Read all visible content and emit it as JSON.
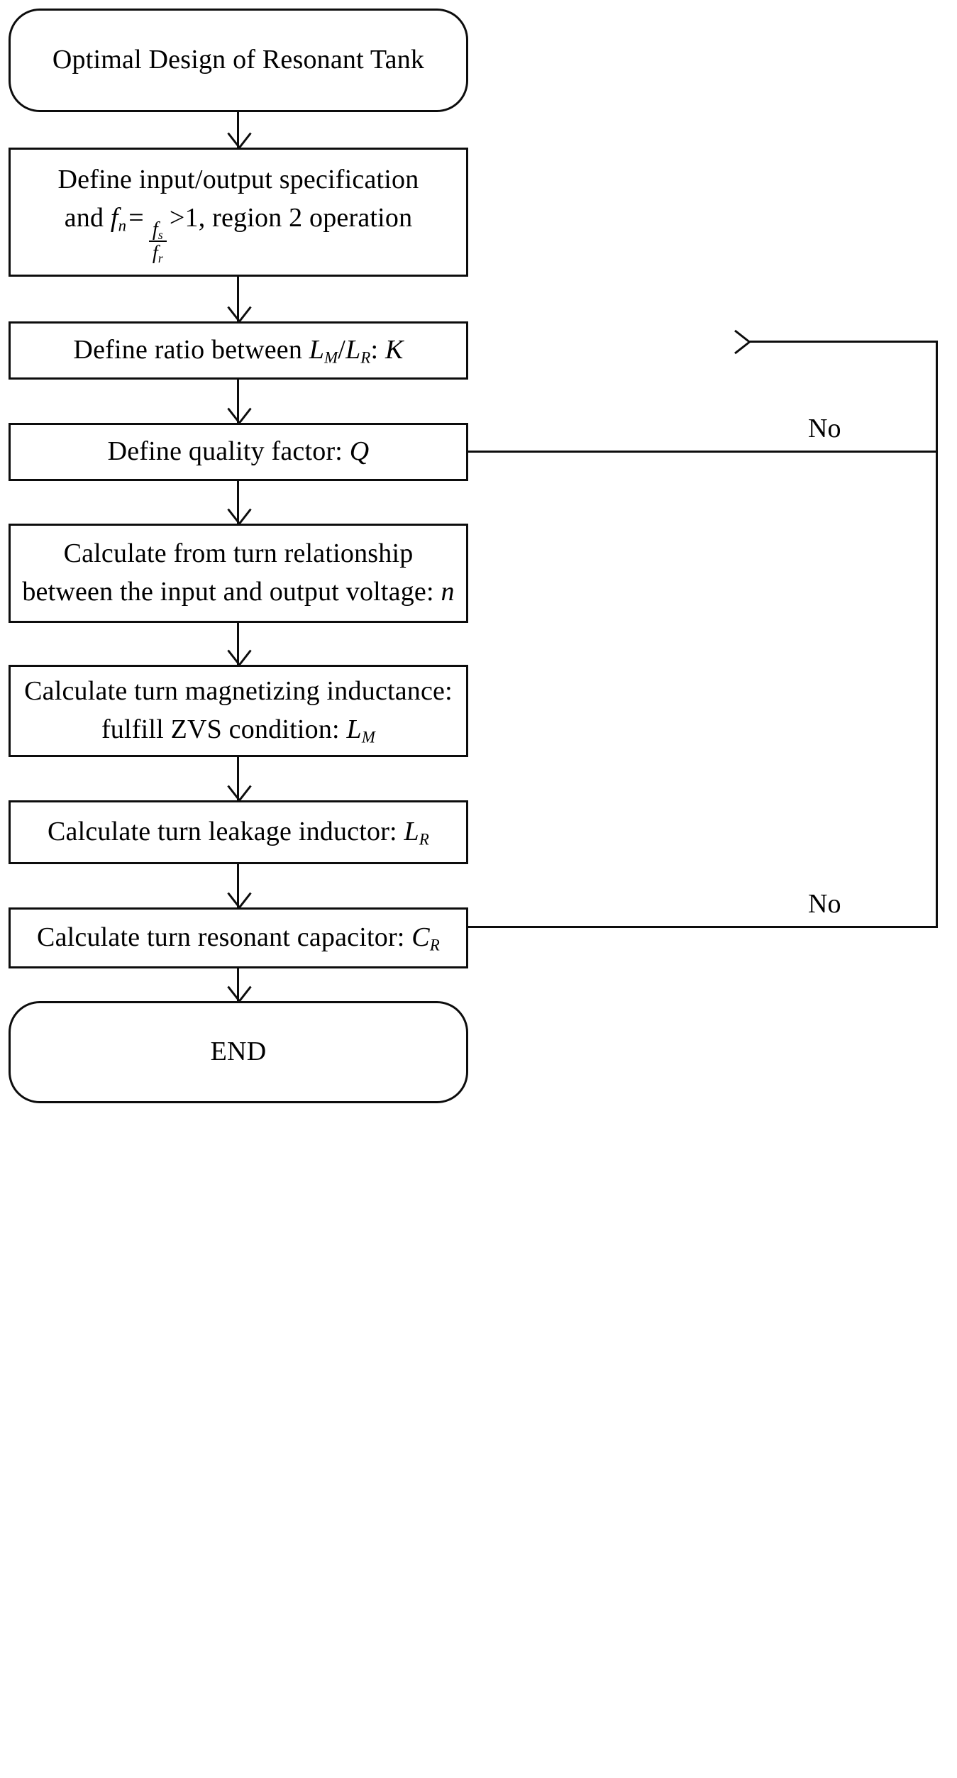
{
  "diagram": {
    "title": "Optimal Design of Resonant Tank flowchart",
    "stroke_color": "#0d0d0d",
    "background_color": "#ffffff"
  },
  "nodes": [
    {
      "id": "start",
      "shape": "terminal",
      "lines": [
        "Optimal Design of Resonant Tank"
      ]
    },
    {
      "id": "define-spec",
      "shape": "process",
      "lines": [
        "Define input/output specification",
        ""
      ],
      "formula": {
        "prefix": "and ",
        "variable": "f",
        "variable_sub": "n",
        "equals": "=",
        "numerator": "f",
        "numerator_sub": "s",
        "denominator": "f",
        "denominator_sub": "r",
        "comparison": ">1",
        "suffix": ", region 2 operation"
      }
    },
    {
      "id": "define-ratio",
      "shape": "process",
      "text_before": "Define ratio between ",
      "sym1": "L",
      "sym1_sub": "M",
      "slash": "/",
      "sym2": "L",
      "sym2_sub": "R",
      "text_mid": ": ",
      "sym3": "K"
    },
    {
      "id": "define-q",
      "shape": "process",
      "text_before": "Define quality factor: ",
      "sym1": "Q"
    },
    {
      "id": "calc-turns",
      "shape": "process",
      "line1": "Calculate from turn relationship",
      "line2_before": "between the input and output voltage: ",
      "line2_sym": "n"
    },
    {
      "id": "calc-lm",
      "shape": "process",
      "line1": "Calculate turn magnetizing inductance:",
      "line2_before": "fulfill ZVS condition: ",
      "line2_sym": "L",
      "line2_sym_sub": "M"
    },
    {
      "id": "calc-lr",
      "shape": "process",
      "text_before": "Calculate turn leakage inductor: ",
      "sym1": "L",
      "sym1_sub": "R"
    },
    {
      "id": "calc-cr",
      "shape": "process",
      "text_before": "Calculate turn resonant capacitor: ",
      "sym1": "C",
      "sym1_sub": "R"
    },
    {
      "id": "end",
      "shape": "terminal",
      "lines": [
        "END"
      ]
    }
  ],
  "edge_labels": {
    "no_upper": "No",
    "no_lower": "No"
  }
}
